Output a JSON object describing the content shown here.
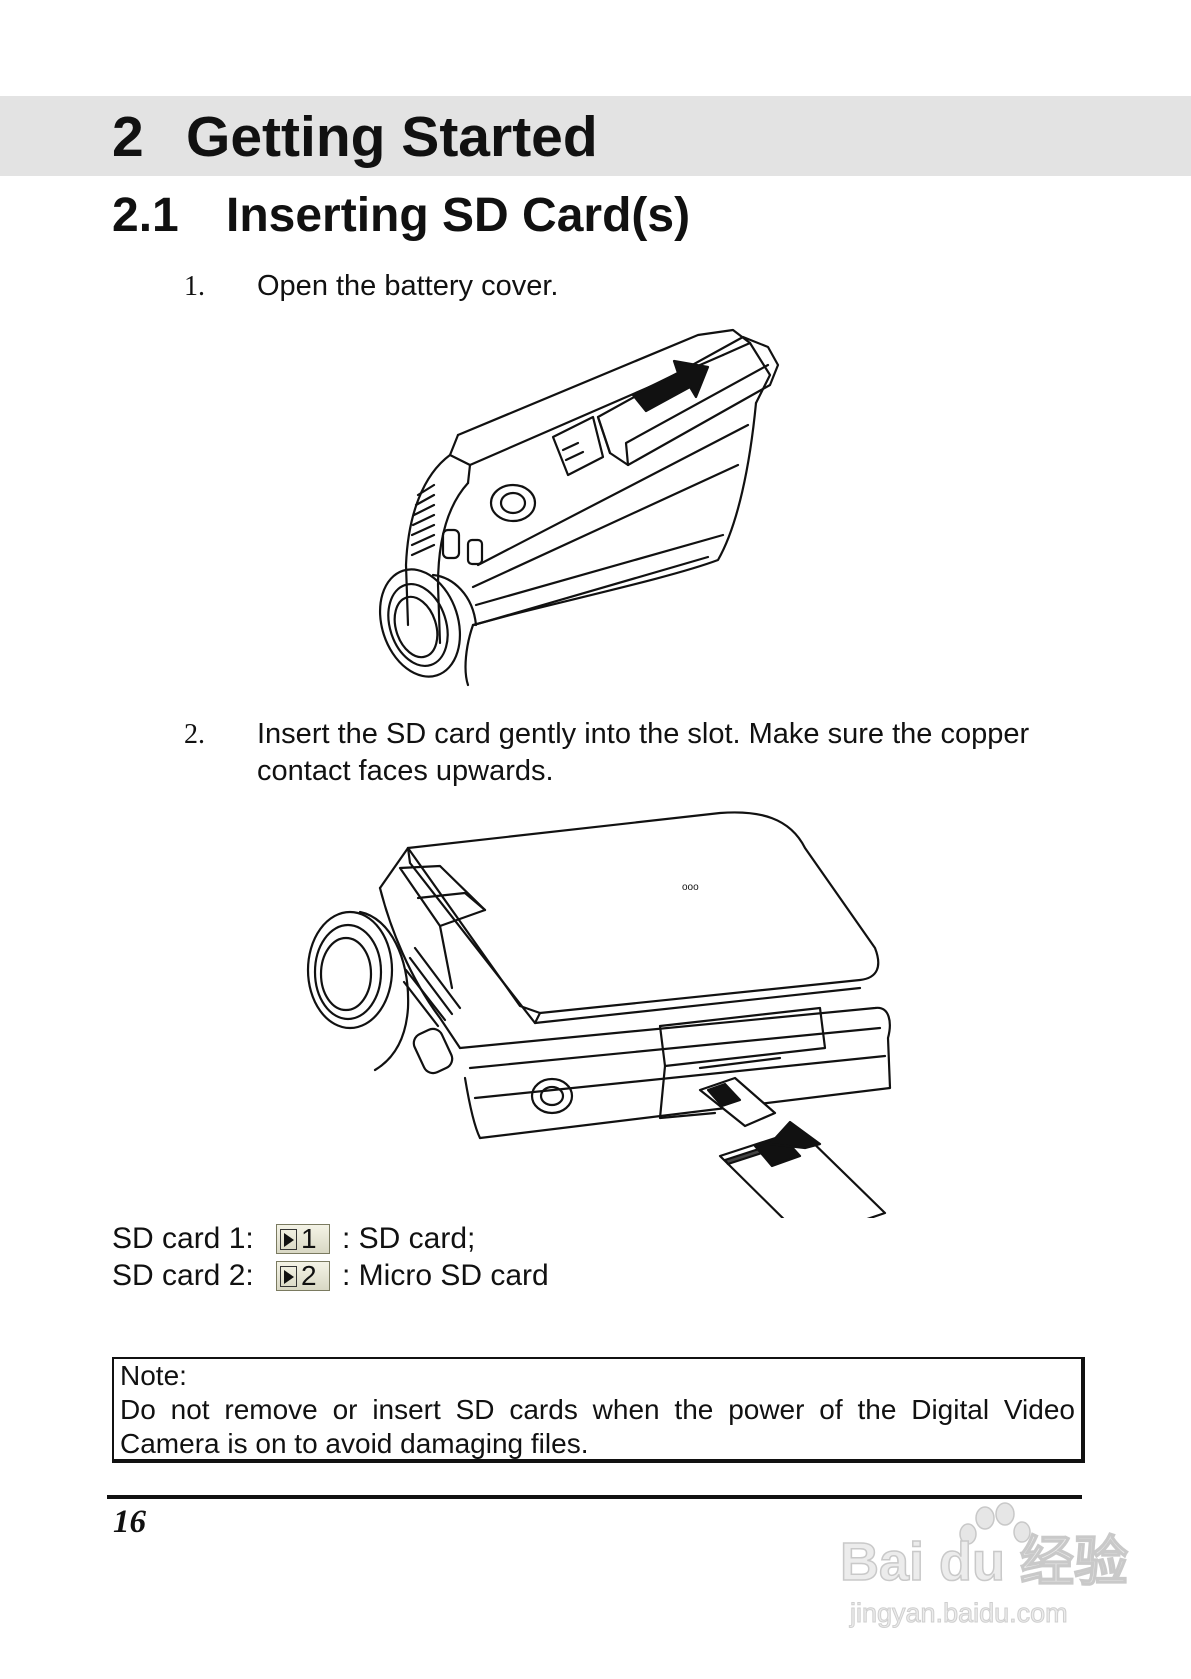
{
  "chapter": {
    "number": "2",
    "title": "Getting Started"
  },
  "section": {
    "number": "2.1",
    "title": "Inserting SD Card(s)"
  },
  "steps": [
    {
      "number": "1.",
      "text": "Open the battery cover."
    },
    {
      "number": "2.",
      "text": "Insert the SD card gently into the slot. Make sure the copper contact faces upwards."
    }
  ],
  "illustrations": [
    {
      "name": "camcorder-battery-cover-illustration"
    },
    {
      "name": "camcorder-sd-card-insert-illustration",
      "label": "ooo"
    }
  ],
  "sd_cards": [
    {
      "label": "SD card 1:",
      "icon_digit": "1",
      "description": ": SD card;"
    },
    {
      "label": "SD card 2:",
      "icon_digit": "2",
      "description": ": Micro SD card"
    }
  ],
  "note": {
    "heading": "Note:",
    "body": "Do not remove or insert SD cards when the power of the Digital Video Camera is on to avoid damaging files."
  },
  "footer": {
    "page_number": "16"
  },
  "watermark": {
    "brand": "Bai du 经验",
    "url": "jingyan.baidu.com"
  }
}
